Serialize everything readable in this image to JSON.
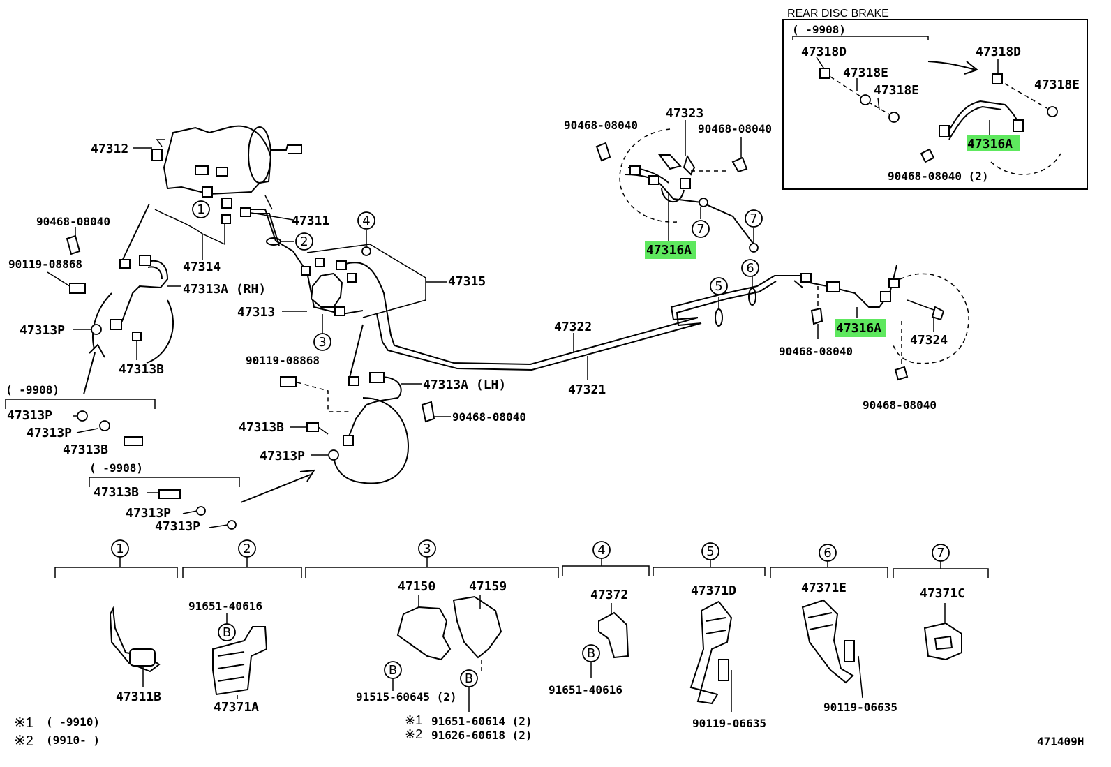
{
  "inset": {
    "title": "REAR DISC BRAKE",
    "date_range": "(      -9908)",
    "labels": [
      "47318D",
      "47318E",
      "47318E",
      "47318D",
      "47318E",
      "47316A",
      "90468-08040 (2)"
    ]
  },
  "main_labels": {
    "l47312": "47312",
    "l47311": "47311",
    "l47314": "47314",
    "l47313": "47313",
    "l47315": "47315",
    "l47313A_RH": "47313A (RH)",
    "l47313A_LH": "47313A (LH)",
    "l47313P_1": "47313P",
    "l47313B_1": "47313B",
    "l90468_a": "90468-08040",
    "l90119_a": "90119-08868",
    "l90119_b": "90119-08868",
    "l90468_b": "90468-08040",
    "l47313B_2": "47313B",
    "l47313P_2": "47313P",
    "l47322": "47322",
    "l47321": "47321",
    "l47323": "47323",
    "l90468_c": "90468-08040",
    "l90468_d": "90468-08040",
    "l47316A_1": "47316A",
    "l47316A_2": "47316A",
    "l90468_e": "90468-08040",
    "l90468_f": "90468-08040",
    "l47324": "47324"
  },
  "left_groups": {
    "g1": {
      "range": "(      -9908)",
      "items": [
        "47313P",
        "47313P",
        "47313B"
      ]
    },
    "g2": {
      "range": "(      -9908)",
      "items": [
        "47313B",
        "47313P",
        "47313P"
      ]
    }
  },
  "callouts": [
    "1",
    "2",
    "3",
    "4",
    "5",
    "6",
    "7",
    "7",
    "7"
  ],
  "bottom_sections": [
    {
      "num": "1",
      "labels": [
        "47311B"
      ]
    },
    {
      "num": "2",
      "labels": [
        "91651-40616",
        "47371A"
      ],
      "b_marker": "B"
    },
    {
      "num": "3",
      "labels": [
        "47150",
        "47159",
        "91515-60645 (2)"
      ],
      "b_marker": "B"
    },
    {
      "num": "4",
      "labels": [
        "47372",
        "91651-40616"
      ],
      "b_marker": "B"
    },
    {
      "num": "5",
      "labels": [
        "47371D",
        "90119-06635"
      ]
    },
    {
      "num": "6",
      "labels": [
        "47371E",
        "90119-06635"
      ]
    },
    {
      "num": "7",
      "labels": [
        "47371C"
      ]
    }
  ],
  "footnotes": {
    "n1_mark": "※1",
    "n1_range": "(      -9910)",
    "n2_mark": "※2",
    "n2_range": "(9910-      )",
    "p1_mark": "※1",
    "p1_part": "91651-60614 (2)",
    "p2_mark": "※2",
    "p2_part": "91626-60618 (2)"
  },
  "diagram_code": "471409H",
  "highlight_color": "#5ee85e"
}
